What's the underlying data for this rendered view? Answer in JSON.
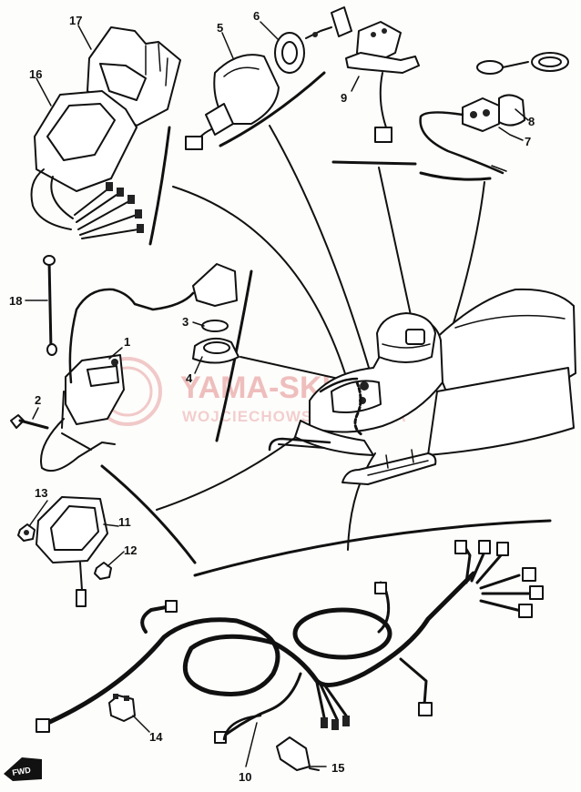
{
  "diagram": {
    "callouts": [
      {
        "id": "c1",
        "text": "1"
      },
      {
        "id": "c2",
        "text": "2"
      },
      {
        "id": "c3",
        "text": "3"
      },
      {
        "id": "c4",
        "text": "4"
      },
      {
        "id": "c5",
        "text": "5"
      },
      {
        "id": "c6",
        "text": "6"
      },
      {
        "id": "c7",
        "text": "7"
      },
      {
        "id": "c8",
        "text": "8"
      },
      {
        "id": "c9",
        "text": "9"
      },
      {
        "id": "c10",
        "text": "10"
      },
      {
        "id": "c11",
        "text": "11"
      },
      {
        "id": "c12",
        "text": "12"
      },
      {
        "id": "c13",
        "text": "13"
      },
      {
        "id": "c14",
        "text": "14"
      },
      {
        "id": "c15",
        "text": "15"
      },
      {
        "id": "c16",
        "text": "16"
      },
      {
        "id": "c17",
        "text": "17"
      },
      {
        "id": "c18",
        "text": "18"
      }
    ],
    "fwd_label": "FWD",
    "watermark": {
      "line1": "YAMA-SKLEP.PL",
      "line2": "WOJCIECHOWSKI YAMAHA"
    }
  }
}
